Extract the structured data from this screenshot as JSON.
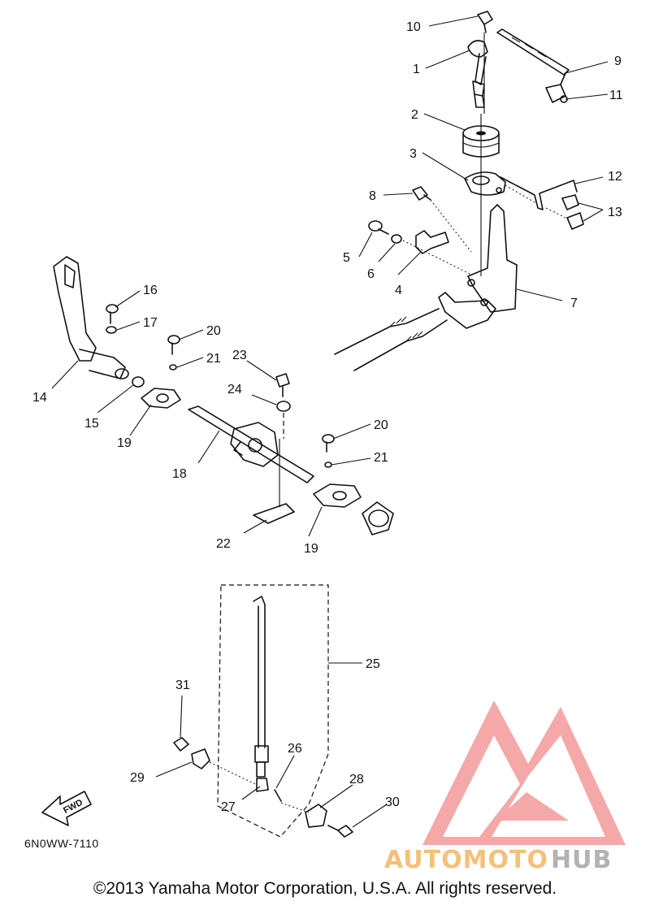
{
  "callouts": [
    "1",
    "2",
    "3",
    "4",
    "5",
    "6",
    "7",
    "8",
    "9",
    "10",
    "11",
    "12",
    "13",
    "14",
    "15",
    "16",
    "17",
    "18",
    "19",
    "19",
    "20",
    "20",
    "21",
    "21",
    "22",
    "23",
    "24",
    "25",
    "26",
    "27",
    "28",
    "29",
    "30",
    "31"
  ],
  "fwd_label": "FWD",
  "catalog_code": "6N0WW-7110",
  "copyright": "©2013 Yamaha Motor Corporation, U.S.A. All rights reserved.",
  "watermark": {
    "text_part1": "AUTOMOTO",
    "text_part2": "HUB",
    "color_logo": "#f08a8a",
    "color_text1": "#f5c07a",
    "color_text2": "#b0b0b0"
  }
}
